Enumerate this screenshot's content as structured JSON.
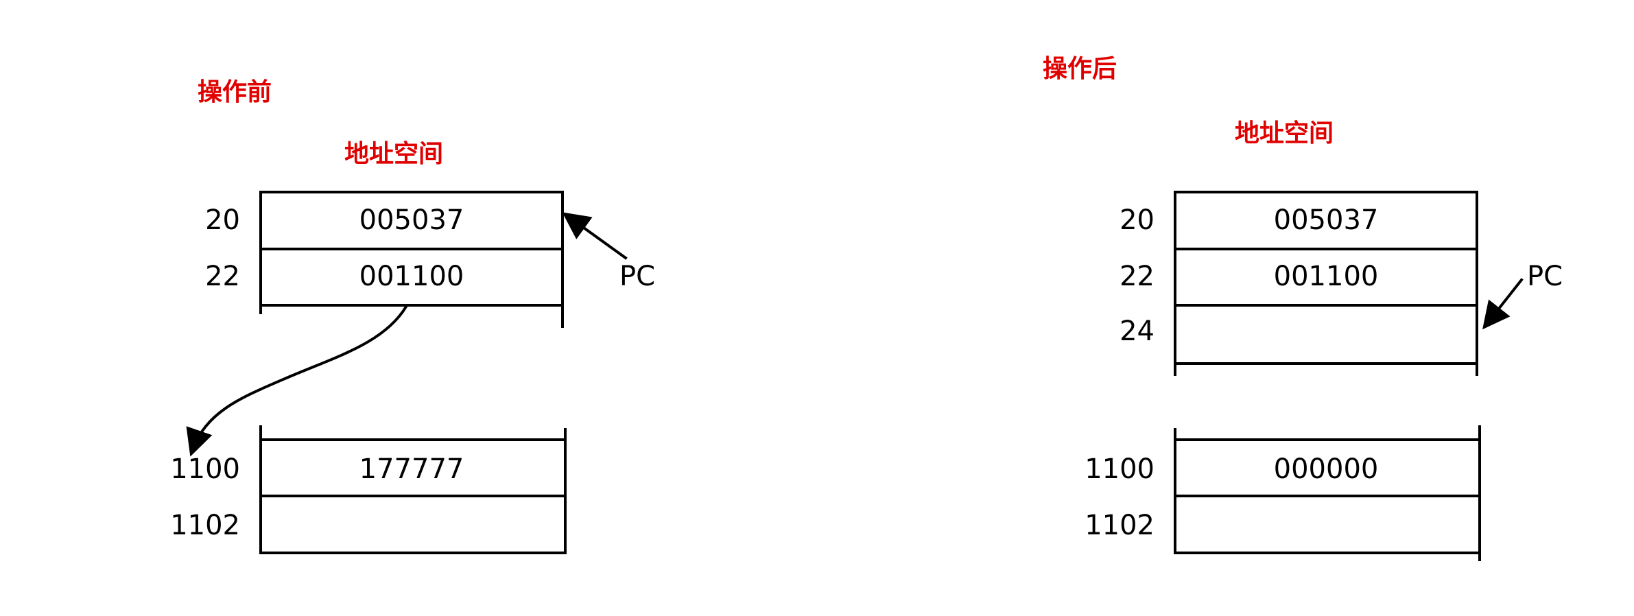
{
  "colors": {
    "label": "#e00000",
    "ink": "#000000"
  },
  "before": {
    "title": "操作前",
    "space_label": "地址空间",
    "pc_label": "PC",
    "rows_top": [
      {
        "addr": "20",
        "value": "005037"
      },
      {
        "addr": "22",
        "value": "001100"
      }
    ],
    "rows_bottom": [
      {
        "addr": "1100",
        "value": "177777"
      },
      {
        "addr": "1102",
        "value": ""
      }
    ]
  },
  "after": {
    "title": "操作后",
    "space_label": "地址空间",
    "pc_label": "PC",
    "rows_top": [
      {
        "addr": "20",
        "value": "005037"
      },
      {
        "addr": "22",
        "value": "001100"
      },
      {
        "addr": "24",
        "value": ""
      }
    ],
    "rows_bottom": [
      {
        "addr": "1100",
        "value": "000000"
      },
      {
        "addr": "1102",
        "value": ""
      }
    ]
  }
}
